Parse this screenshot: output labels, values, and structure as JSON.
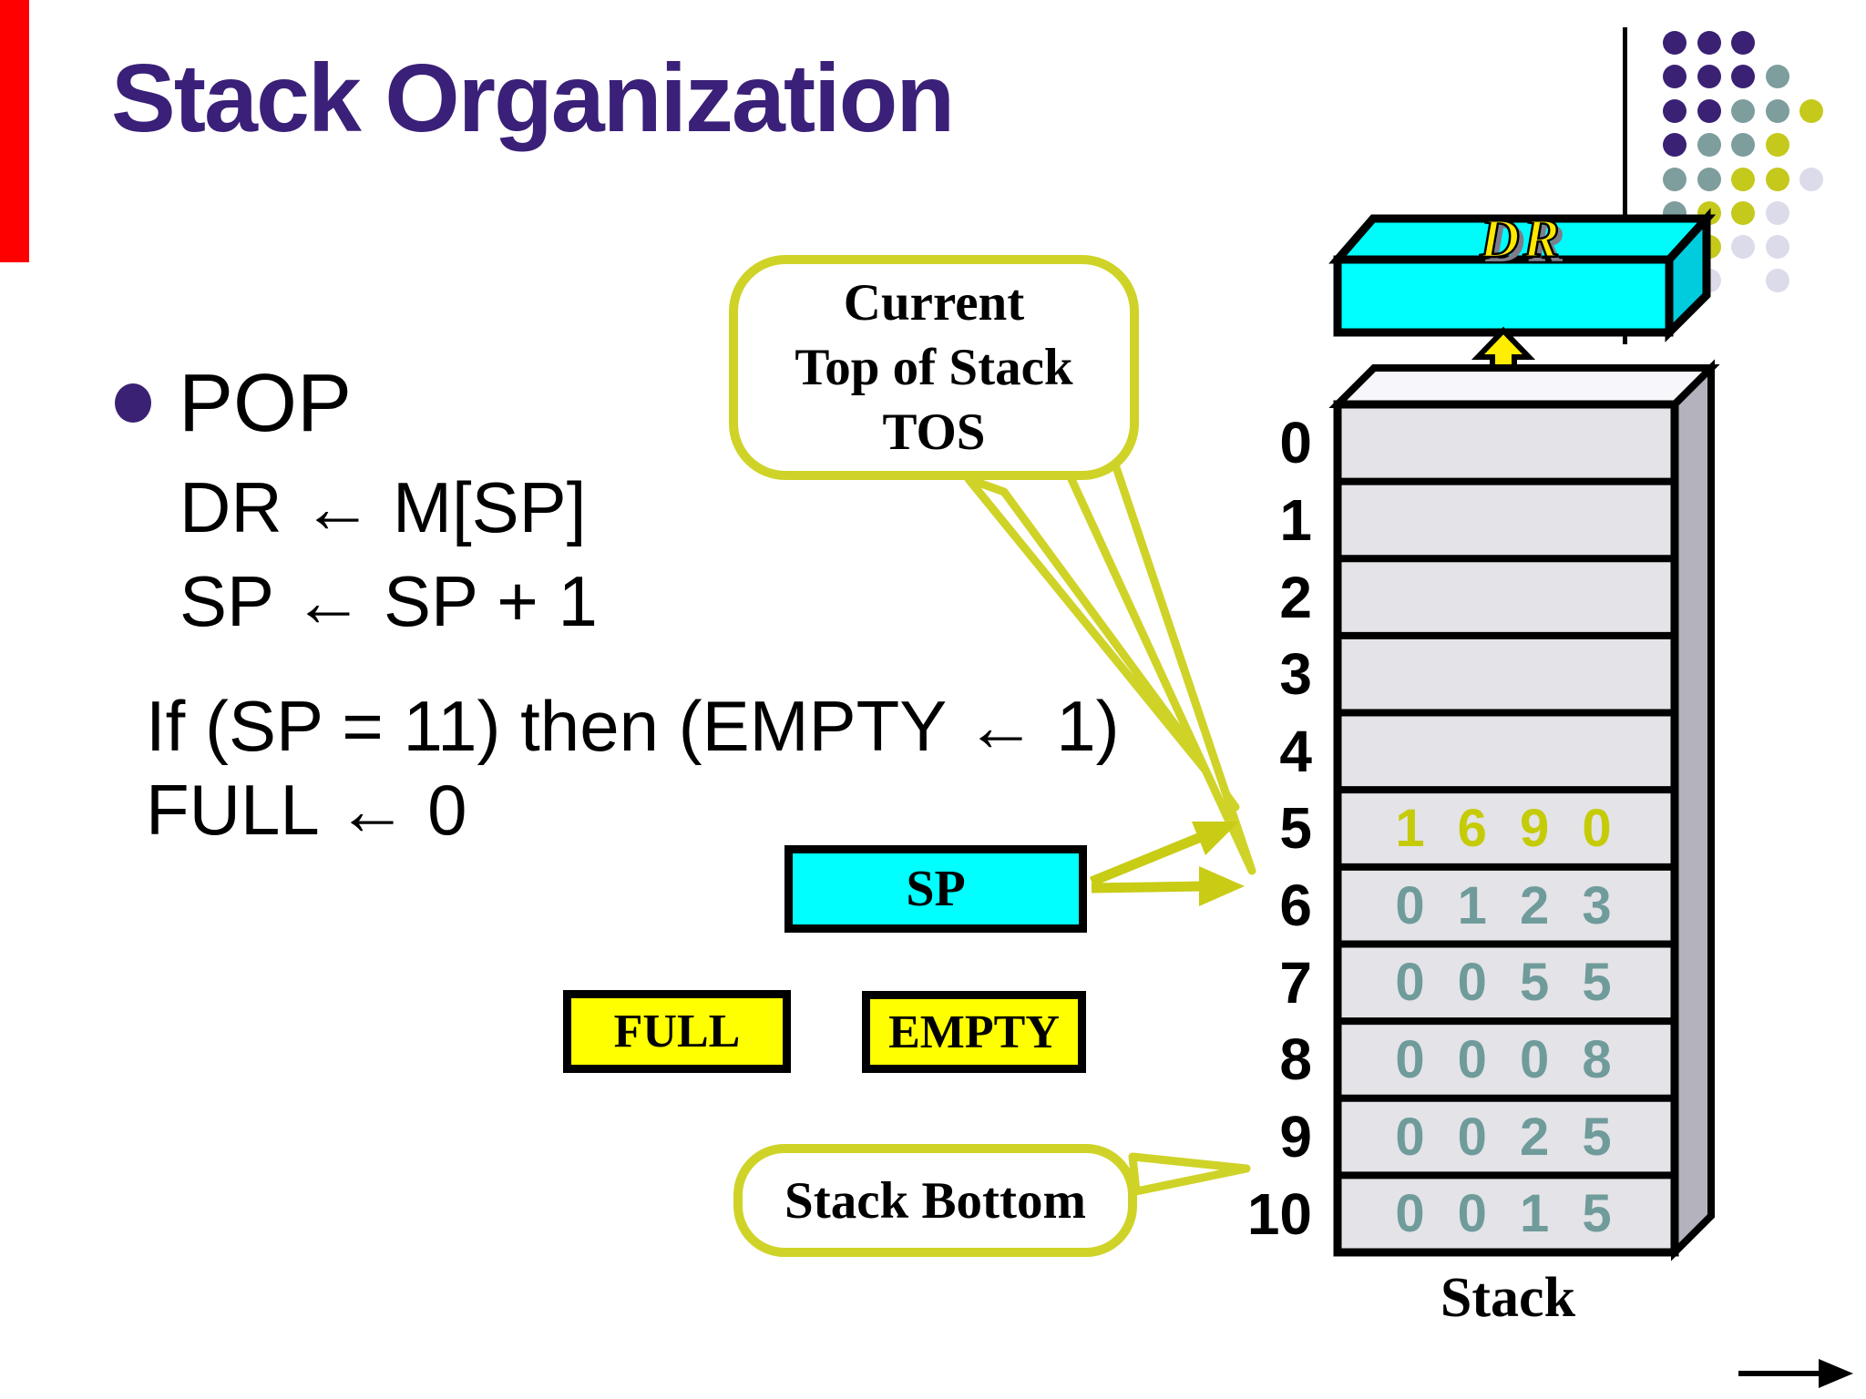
{
  "slide": {
    "title": "Stack Organization"
  },
  "pop": {
    "bullet_label": "POP",
    "lines": [
      {
        "text": "DR ← M[SP]"
      },
      {
        "text": "SP ← SP + 1"
      },
      {
        "text": "If (SP = 11) then (EMPTY ← 1)"
      },
      {
        "text": "FULL ← 0"
      }
    ]
  },
  "callout_tos": {
    "line1": "Current",
    "line2": "Top of Stack",
    "line3": "TOS"
  },
  "callout_bottom": {
    "text": "Stack Bottom"
  },
  "registers": {
    "dr_label": "DR",
    "sp_label": "SP",
    "full_label": "FULL",
    "empty_label": "EMPTY"
  },
  "stack": {
    "caption": "Stack",
    "rows": [
      {
        "label": "0",
        "value": "",
        "tone": "none"
      },
      {
        "label": "1",
        "value": "",
        "tone": "none"
      },
      {
        "label": "2",
        "value": "",
        "tone": "none"
      },
      {
        "label": "3",
        "value": "",
        "tone": "none"
      },
      {
        "label": "4",
        "value": "",
        "tone": "none"
      },
      {
        "label": "5",
        "value": "1 6 9 0",
        "tone": "olive"
      },
      {
        "label": "6",
        "value": "0 1 2 3",
        "tone": "teal"
      },
      {
        "label": "7",
        "value": "0 0 5 5",
        "tone": "teal"
      },
      {
        "label": "8",
        "value": "0 0 0 8",
        "tone": "teal"
      },
      {
        "label": "9",
        "value": "0 0 2 5",
        "tone": "teal"
      },
      {
        "label": "10",
        "value": "0 0 1 5",
        "tone": "teal"
      }
    ]
  },
  "colors": {
    "title_purple": "#3a2078",
    "accent_yellow": "#cfd327",
    "register_cyan": "#00ffff",
    "flag_yellow": "#ffff00",
    "digit_teal": "#6f9b9b",
    "digit_olive": "#c5cb07",
    "red_bar": "#fe0000",
    "row_fill": "#e4e3e7",
    "row_side": "#b4b3bd",
    "row_top": "#f7f6fa"
  },
  "decor": {
    "dots": {
      "colors": {
        "P": "#3b2173",
        "T": "#7e9d9d",
        "Y": "#c4c91c",
        "L": "#dcdbe9"
      },
      "cols": [
        1838,
        1876,
        1913,
        1951,
        1988
      ],
      "rows": [
        47,
        84,
        122,
        159,
        197,
        234,
        271,
        308
      ],
      "radius": 13,
      "pattern": [
        [
          "P",
          "P",
          "P"
        ],
        [
          "P",
          "P",
          "P",
          "T"
        ],
        [
          "P",
          "P",
          "T",
          "T",
          "Y"
        ],
        [
          "P",
          "T",
          "T",
          "Y"
        ],
        [
          "T",
          "T",
          "Y",
          "Y",
          "L"
        ],
        [
          "T",
          "Y",
          "Y",
          "L"
        ],
        [
          null,
          "Y",
          "L",
          "L"
        ],
        [
          null,
          "L",
          null,
          "L"
        ]
      ]
    }
  }
}
